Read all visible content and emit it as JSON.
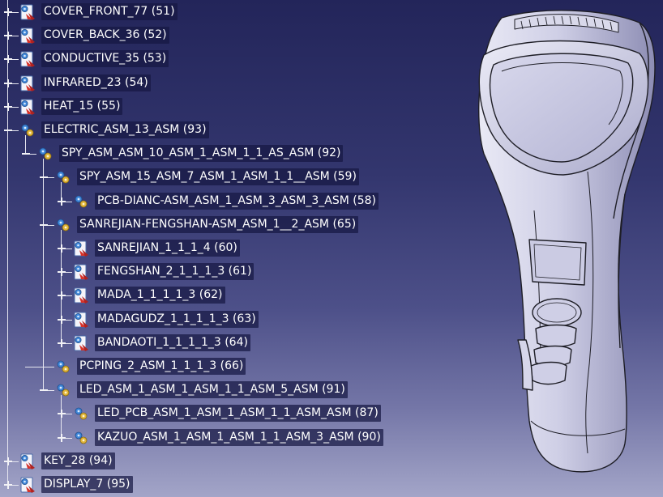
{
  "tree": {
    "nodes": [
      {
        "label": "COVER_FRONT_77 (51)",
        "level": 0,
        "toggle": "plus",
        "icon": "part"
      },
      {
        "label": "COVER_BACK_36 (52)",
        "level": 0,
        "toggle": "plus",
        "icon": "part"
      },
      {
        "label": "CONDUCTIVE_35 (53)",
        "level": 0,
        "toggle": "plus",
        "icon": "part"
      },
      {
        "label": "INFRARED_23 (54)",
        "level": 0,
        "toggle": "plus",
        "icon": "part"
      },
      {
        "label": "HEAT_15 (55)",
        "level": 0,
        "toggle": "plus",
        "icon": "part"
      },
      {
        "label": "ELECTRIC_ASM_13_ASM (93)",
        "level": 0,
        "toggle": "minus",
        "icon": "assembly"
      },
      {
        "label": "SPY_ASM_ASM_10_ASM_1_ASM_1_1_AS_ASM (92)",
        "level": 1,
        "toggle": "minus",
        "icon": "assembly"
      },
      {
        "label": "SPY_ASM_15_ASM_7_ASM_1_ASM_1_1__ASM (59)",
        "level": 2,
        "toggle": "minus",
        "icon": "assembly"
      },
      {
        "label": "PCB-DIANC-ASM_ASM_1_ASM_3_ASM_3_ASM (58)",
        "level": 3,
        "toggle": "plus",
        "icon": "assembly"
      },
      {
        "label": "SANREJIAN-FENGSHAN-ASM_ASM_1__2_ASM (65)",
        "level": 2,
        "toggle": "minus",
        "icon": "assembly"
      },
      {
        "label": "SANREJIAN_1_1_1_4 (60)",
        "level": 3,
        "toggle": "plus",
        "icon": "part"
      },
      {
        "label": "FENGSHAN_2_1_1_1_3 (61)",
        "level": 3,
        "toggle": "plus",
        "icon": "part"
      },
      {
        "label": "MADA_1_1_1_1_3 (62)",
        "level": 3,
        "toggle": "plus",
        "icon": "part"
      },
      {
        "label": "MADAGUDZ_1_1_1_1_3 (63)",
        "level": 3,
        "toggle": "plus",
        "icon": "part"
      },
      {
        "label": "BANDAOTI_1_1_1_1_3 (64)",
        "level": 3,
        "toggle": "plus",
        "icon": "part"
      },
      {
        "label": "PCPING_2_ASM_1_1_1_3 (66)",
        "level": 2,
        "toggle": "none",
        "icon": "assembly"
      },
      {
        "label": "LED_ASM_1_ASM_1_ASM_1_1_ASM_5_ASM (91)",
        "level": 2,
        "toggle": "minus",
        "icon": "assembly"
      },
      {
        "label": "LED_PCB_ASM_1_ASM_1_ASM_1_1_ASM_ASM (87)",
        "level": 3,
        "toggle": "plus",
        "icon": "assembly"
      },
      {
        "label": "KAZUO_ASM_1_ASM_1_ASM_1_1_ASM_3_ASM (90)",
        "level": 3,
        "toggle": "plus",
        "icon": "assembly"
      },
      {
        "label": "KEY_28 (94)",
        "level": 0,
        "toggle": "plus",
        "icon": "part"
      },
      {
        "label": "DISPLAY_7 (95)",
        "level": 0,
        "toggle": "plus",
        "icon": "part"
      }
    ]
  },
  "colors": {
    "background_top": "#23255a",
    "background_bottom": "#a3a5c8",
    "model_fill": "#c9c9e0",
    "model_edge": "#1e1e26"
  },
  "viewport": {
    "model": "handheld-device-3d-model"
  }
}
